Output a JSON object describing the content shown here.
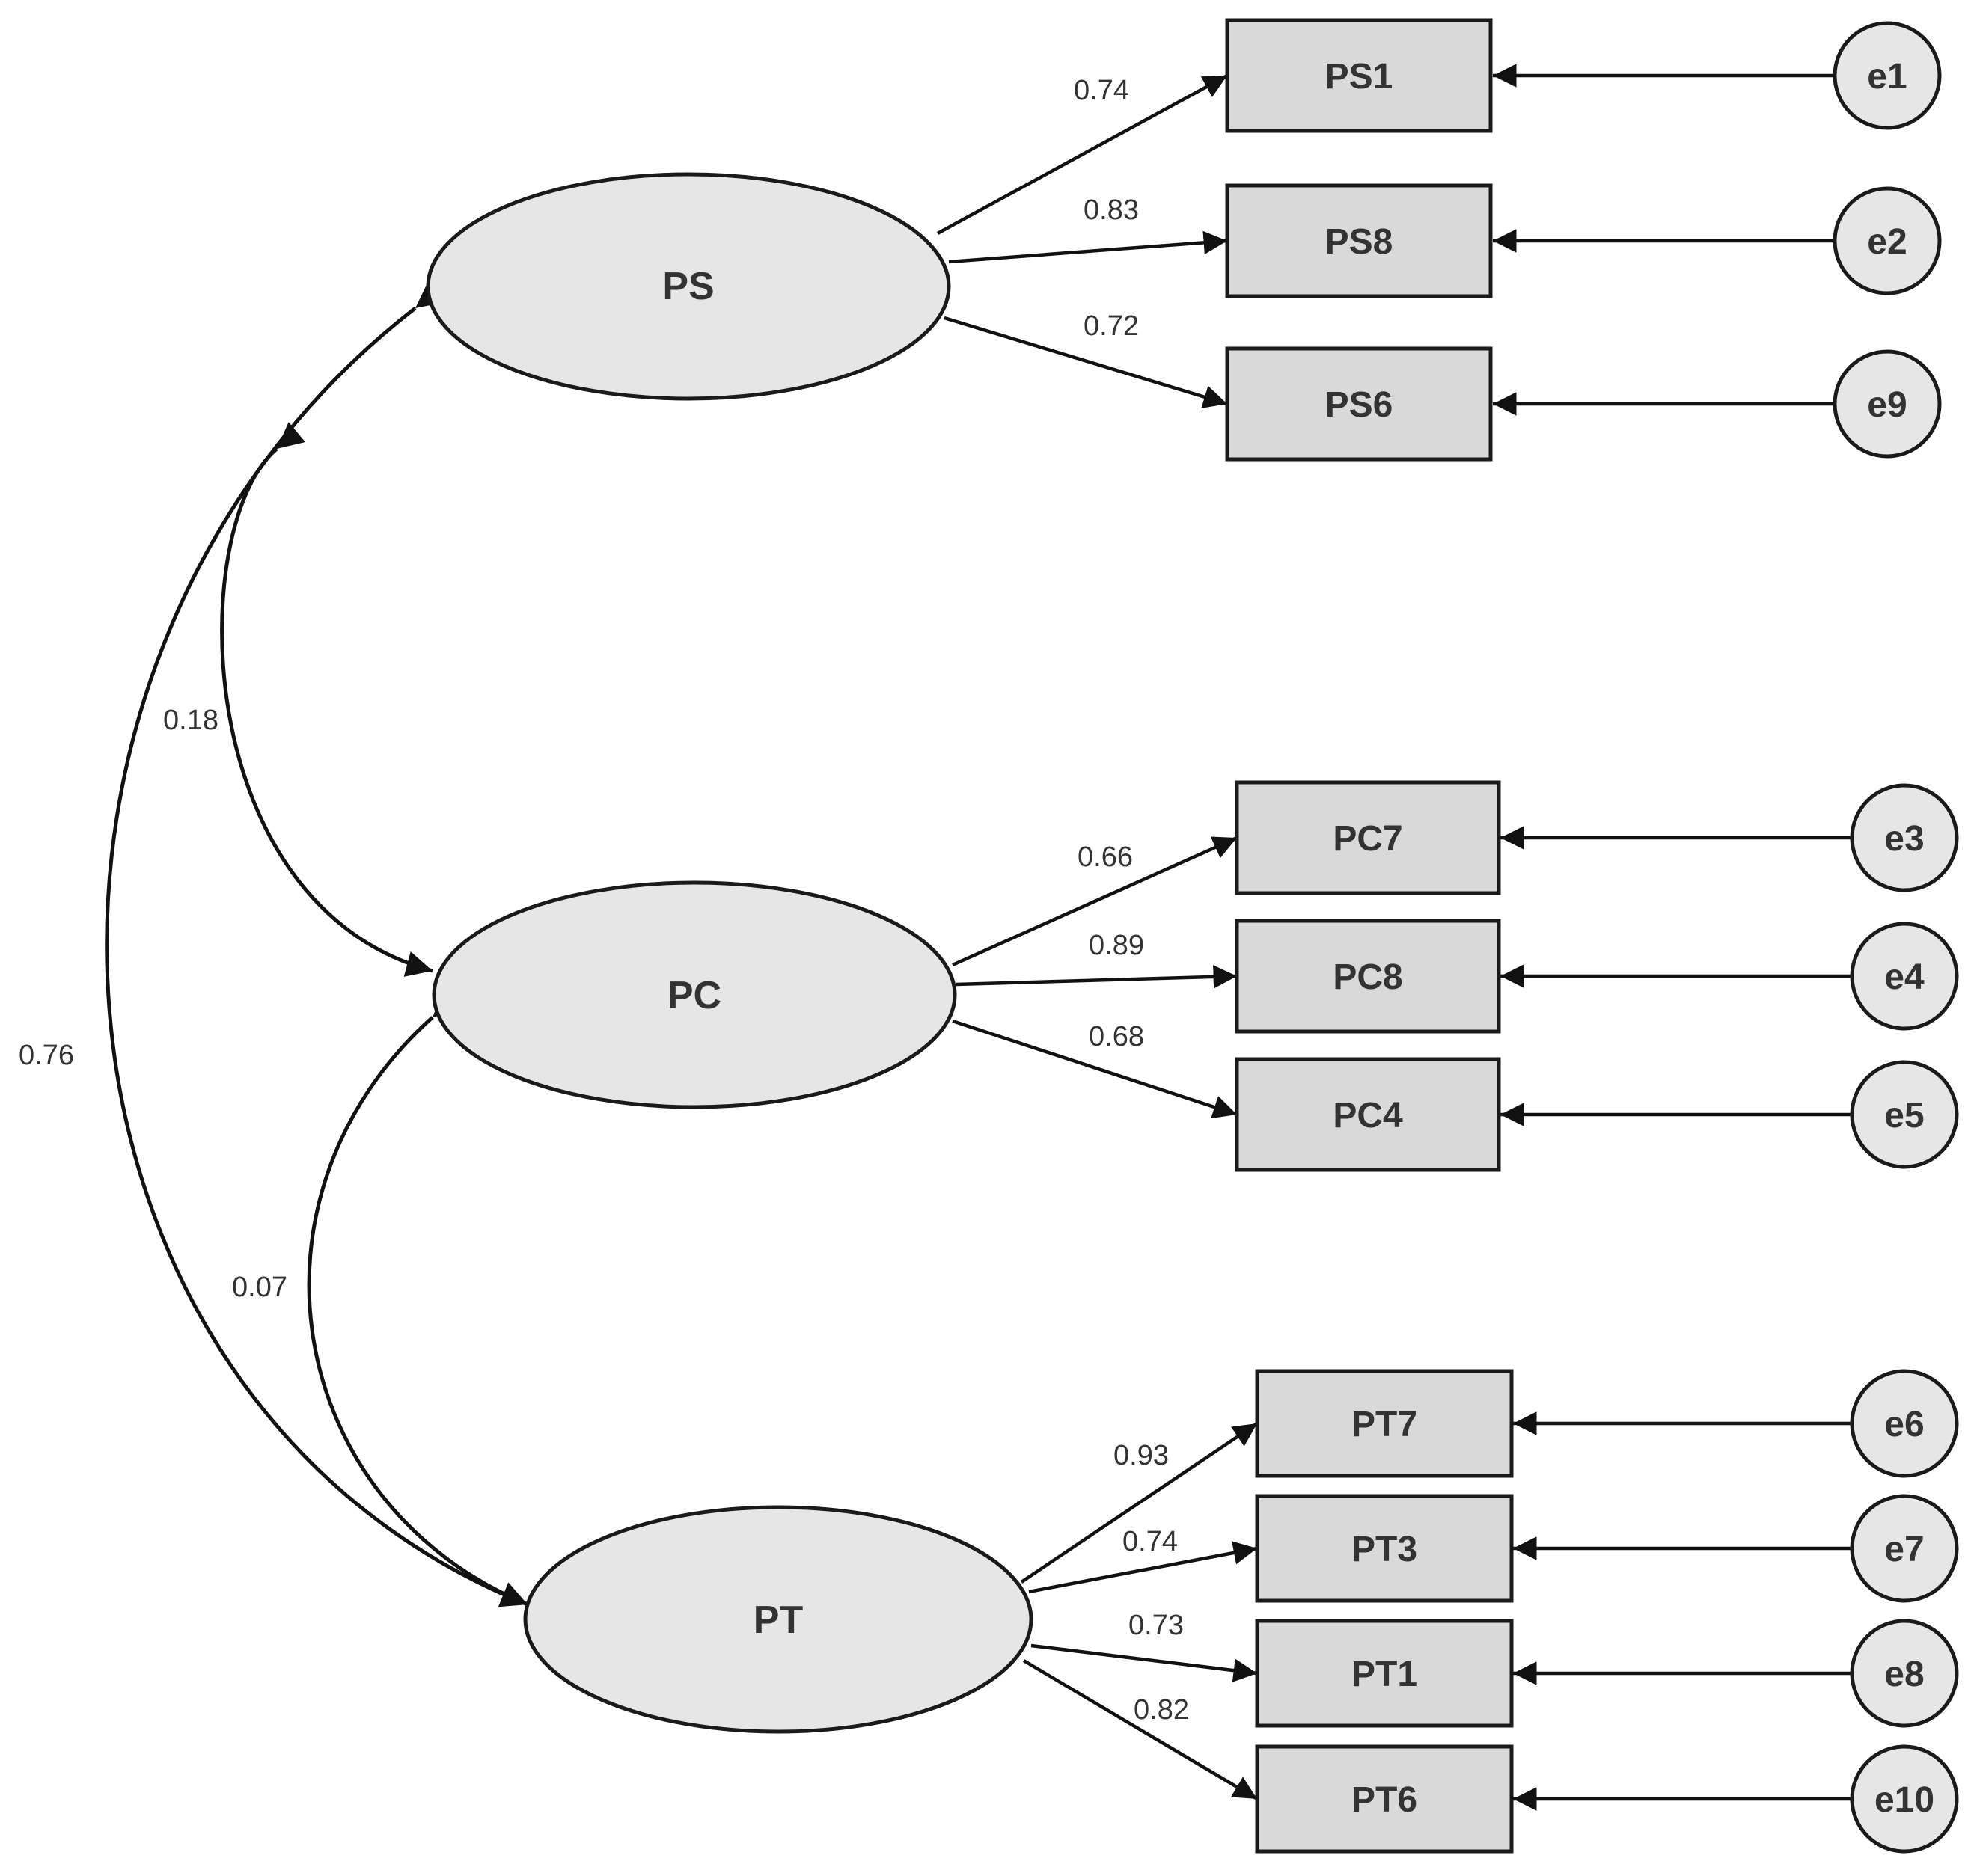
{
  "diagram": {
    "latents": [
      {
        "id": "PS",
        "label": "PS"
      },
      {
        "id": "PC",
        "label": "PC"
      },
      {
        "id": "PT",
        "label": "PT"
      }
    ],
    "indicators": [
      {
        "id": "PS1",
        "label": "PS1",
        "latent": "PS",
        "loading": "0.74",
        "error": "e1"
      },
      {
        "id": "PS8",
        "label": "PS8",
        "latent": "PS",
        "loading": "0.83",
        "error": "e2"
      },
      {
        "id": "PS6",
        "label": "PS6",
        "latent": "PS",
        "loading": "0.72",
        "error": "e9"
      },
      {
        "id": "PC7",
        "label": "PC7",
        "latent": "PC",
        "loading": "0.66",
        "error": "e3"
      },
      {
        "id": "PC8",
        "label": "PC8",
        "latent": "PC",
        "loading": "0.89",
        "error": "e4"
      },
      {
        "id": "PC4",
        "label": "PC4",
        "latent": "PC",
        "loading": "0.68",
        "error": "e5"
      },
      {
        "id": "PT7",
        "label": "PT7",
        "latent": "PT",
        "loading": "0.93",
        "error": "e6"
      },
      {
        "id": "PT3",
        "label": "PT3",
        "latent": "PT",
        "loading": "0.74",
        "error": "e7"
      },
      {
        "id": "PT1",
        "label": "PT1",
        "latent": "PT",
        "loading": "0.73",
        "error": "e8"
      },
      {
        "id": "PT6",
        "label": "PT6",
        "latent": "PT",
        "loading": "0.82",
        "error": "e10"
      }
    ],
    "covariances": [
      {
        "from": "PS",
        "to": "PC",
        "value": "0.18"
      },
      {
        "from": "PS",
        "to": "PT",
        "value": "0.76"
      },
      {
        "from": "PC",
        "to": "PT",
        "value": "0.07"
      }
    ]
  }
}
